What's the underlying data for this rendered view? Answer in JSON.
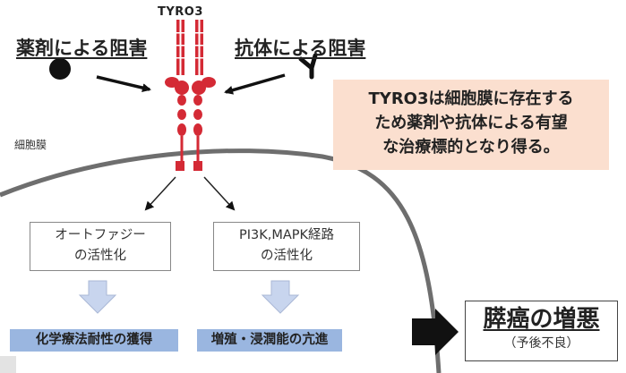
{
  "receptor_label": "TYRO3",
  "drug_label": "薬剤による阻害",
  "antibody_label": "抗体による阻害",
  "membrane_label": "細胞膜",
  "note_lines": [
    "TYRO3は細胞膜に存在する",
    "ため薬剤や抗体による有望",
    "な治療標的となり得る。"
  ],
  "pathways": [
    {
      "box_lines": [
        "オートファジー",
        "の活性化"
      ],
      "result": "化学療法耐性の獲得"
    },
    {
      "box_lines": [
        "PI3K,MAPK経路",
        "の活性化"
      ],
      "result": "増殖・浸潤能の亢進"
    }
  ],
  "outcome": {
    "main": "膵癌の増悪",
    "sub": "（予後不良）"
  },
  "colors": {
    "receptor_red": "#d42a35",
    "membrane_gray": "#6e6e6e",
    "note_bg": "#fbdfcf",
    "result_bar_blue": "#9ab6e0",
    "down_arrow_blue": "#c8d5ee"
  }
}
